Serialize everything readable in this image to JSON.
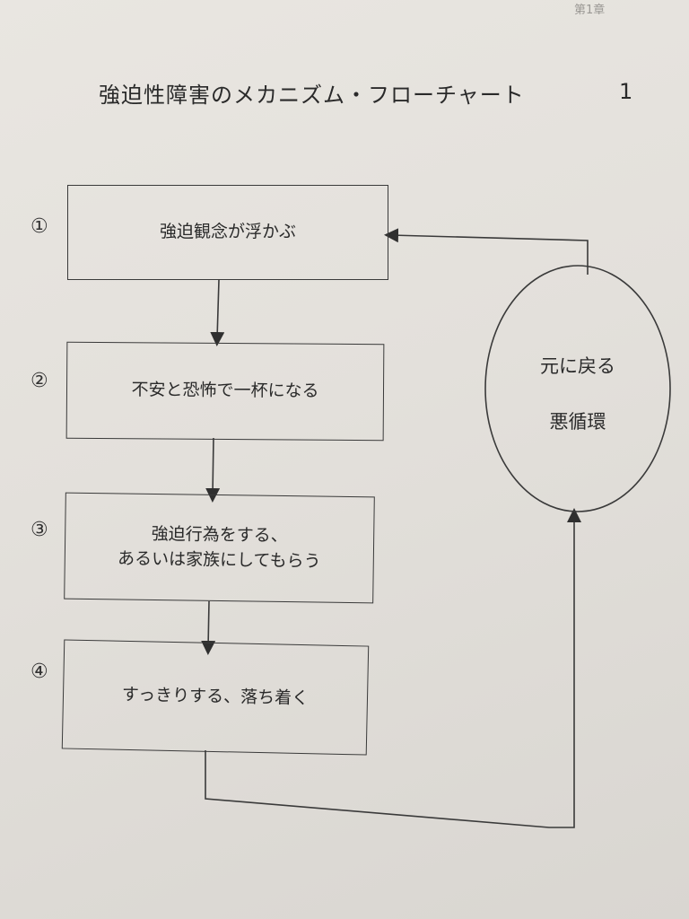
{
  "header": {
    "running_head": "第1章"
  },
  "title": {
    "text": "強迫性障害のメカニズム・フローチャート",
    "number": "1"
  },
  "steps": [
    {
      "marker": "①",
      "lines": [
        "強迫観念が浮かぶ"
      ]
    },
    {
      "marker": "②",
      "lines": [
        "不安と恐怖で一杯になる"
      ]
    },
    {
      "marker": "③",
      "lines": [
        "強迫行為をする、",
        "あるいは家族にしてもらう"
      ]
    },
    {
      "marker": "④",
      "lines": [
        "すっきりする、落ち着く"
      ]
    }
  ],
  "cycle": {
    "line1": "元に戻る",
    "line2": "悪循環"
  }
}
